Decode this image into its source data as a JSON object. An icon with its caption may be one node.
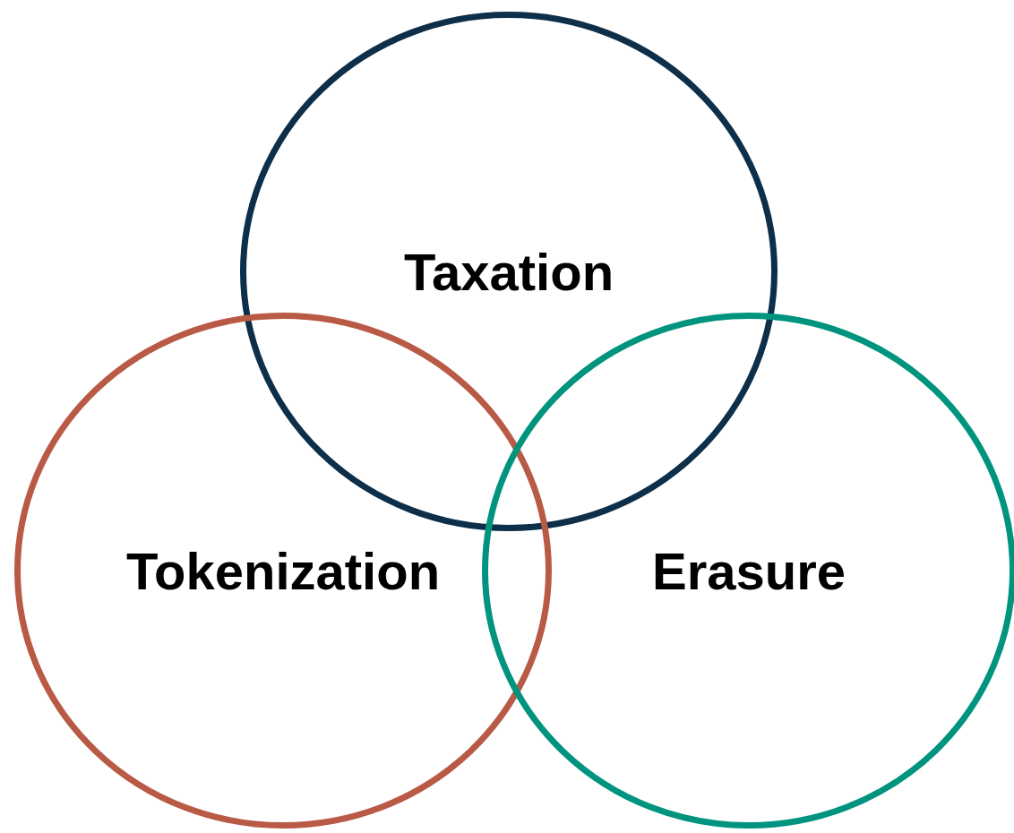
{
  "diagram": {
    "nodes": [
      {
        "text": [
          "Taxation"
        ]
      },
      {
        "text": [
          "Tokenization"
        ]
      },
      {
        "text": [
          "Erasure"
        ]
      }
    ]
  }
}
